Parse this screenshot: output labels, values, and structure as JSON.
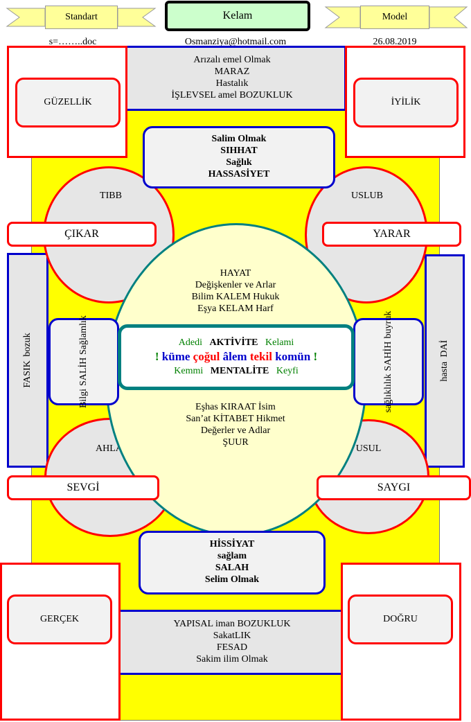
{
  "header": {
    "standart": "Standart",
    "title": "Kelam",
    "model": "Model",
    "file": "s=……..doc",
    "email": "Osmanziya@hotmail.com",
    "date": "26.08.2019"
  },
  "top_panel": [
    "Arızalı  emel  Olmak",
    "MARAZ",
    "Hastalık",
    "İŞLEVSEL amel   BOZUKLUK"
  ],
  "upper_box": [
    "Salim Olmak",
    "SIHHAT",
    "Sağlık",
    "HASSASİYET"
  ],
  "corners": {
    "top_left": "GÜZELLİK",
    "top_right": "İYİLİK",
    "bottom_left": "GERÇEK",
    "bottom_right": "DOĞRU"
  },
  "circles": {
    "top_left": "TIBB",
    "top_right": "USLUB",
    "bottom_left": "AHLAK",
    "bottom_right": "USUL"
  },
  "bars": {
    "top_left": "ÇIKAR",
    "top_right": "YARAR",
    "bottom_left": "SEVGİ",
    "bottom_right": "SAYGI"
  },
  "side_panels": {
    "left": [
      "FASIK",
      "bozuk"
    ],
    "right": [
      "hasta",
      "DAİ"
    ]
  },
  "inner_side": {
    "left": [
      "Bilgi",
      "SALİH",
      "Sağlamlık"
    ],
    "right": [
      "sağlıklılık",
      "SAHİH",
      "buyruk"
    ]
  },
  "ellipse_top": [
    "HAYAT",
    "Değişkenler ve Arlar",
    "Bilim KALEM Hukuk",
    "Eşya KELAM Harf"
  ],
  "ellipse_bottom": [
    "Eşhas KIRAAT İsim",
    "San’at KİTABET Hikmet",
    "Değerler ve Adlar",
    "ŞUUR"
  ],
  "center_box": {
    "line1": {
      "left": "Adedi",
      "mid": "AKTİVİTE",
      "right": "Kelami"
    },
    "line2": {
      "ex1": "!",
      "w1": "küme",
      "w2": "çoğul",
      "w3": "âlem",
      "w4": "tekil",
      "w5": "komün",
      "ex2": "!"
    },
    "line3": {
      "left": "Kemmi",
      "mid": "MENTALİTE",
      "right": "Keyfi"
    }
  },
  "lower_box": [
    "HİSSİYAT",
    "sağlam",
    "SALAH",
    "Selim Olmak"
  ],
  "bottom_panel": [
    "YAPISAL   iman BOZUKLUK",
    "SakatLIK",
    "FESAD",
    "Sakim  ilim  Olmak"
  ],
  "colors": {
    "yellow": "#ffff00",
    "red": "#ff0000",
    "blue": "#0000cc",
    "teal": "#008080",
    "green": "#008000",
    "gray": "#e6e6e6",
    "light_gray": "#f2f2f2",
    "cream": "#ffffcc",
    "header_green": "#ccffcc"
  }
}
